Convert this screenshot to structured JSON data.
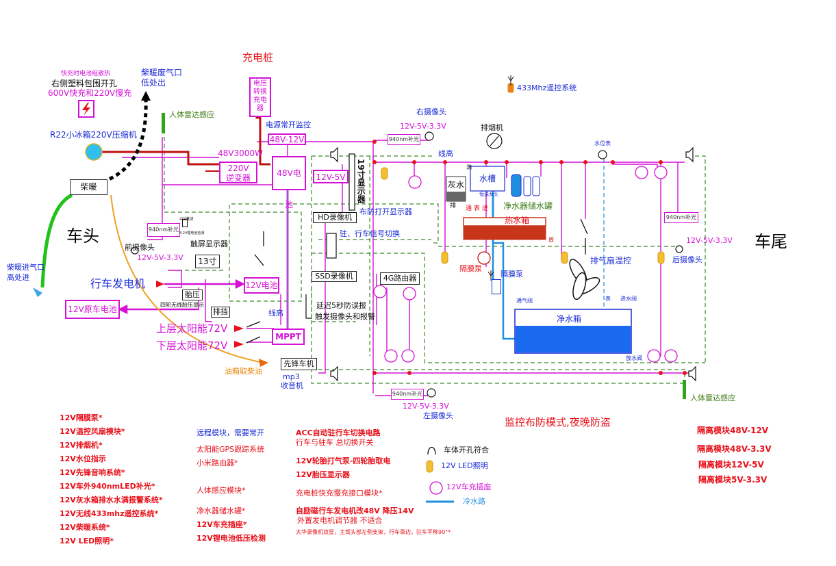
{
  "front_label": "车头",
  "rear_label": "车尾",
  "top": {
    "charger_pile": "充电桩",
    "voltage_converter": "电压转换充电器",
    "fast_charge_note_small": "快充时电池组散热",
    "fast_charge_note_1": "右侧塑料包围开孔",
    "fast_charge_note_2": "600V快充和220V慢充",
    "heater_exhaust_1": "柴暖废气口",
    "heater_exhaust_2": "低处出",
    "body_radar_top": "人体雷达感应",
    "compressor_label": "R22小冰箱220V压缩机",
    "power_monitor": "电源常开监控",
    "dcdc_48_12": "48V-12V",
    "inverter_power": "48V3000W",
    "inverter": "220V逆变器",
    "battery_48": "48V电池",
    "dcdc_12_5": "12V-5V",
    "display_19": "19寸显示器",
    "right_camera": "右摄像头",
    "right_camera_volt": "12V-5V-3.3V",
    "ir_940_right": "940nm补光",
    "range_hood": "排烟机",
    "remote_433": "433Mhz遥控系统",
    "line_high_top": "线高",
    "water_level_meter": "水位表"
  },
  "middle": {
    "heater": "柴暖",
    "ir_940_front": "940nm补光",
    "module_4g_small": "4G模块",
    "module_42v_small": "4.2V锂电池检测",
    "arm_display": "布防打开显示器",
    "hd_recorder": "HD录像机",
    "signal_switch": "驻、行车信号切换",
    "front_camera": "前摄像头",
    "front_camera_volt": "12V-5V-3.3V",
    "touch_display": "触屏显示器",
    "display_13": "13寸",
    "gray_water": "灰水",
    "full": "满",
    "drain_gray": "排",
    "sink": "水槽",
    "faucet": "恒温龙头",
    "purifier_tank": "净水器储水罐",
    "inlet_outlet": "通 表 进",
    "hot_tank": "热水箱",
    "drain_small": "放",
    "ir_940_rear": "940nm补光",
    "rear_camera_volt": "12V-5V-3.3V",
    "rear_camera": "后摄像头",
    "diaphragm_pump_1": "隔膜泵",
    "diaphragm_pump_2": "隔膜泵",
    "fan_temp": "排气扇温控",
    "ssd_recorder": "SSD录像机",
    "router_4g": "4G路由器",
    "battery_12v": "12V电池",
    "tire_pressure": "胎压",
    "tire_note": "四轮无线胎压显示",
    "delay_1": "延迟5秒防误报",
    "delay_2": "触发摄像头和报警",
    "vent_valve": "通气阀",
    "meter": "表",
    "inlet_valve": "进水阀",
    "clean_tank": "净水箱",
    "drain_valve": "放水阀",
    "gear_label": "排挡",
    "line_high_mid": "线高"
  },
  "left": {
    "driving_generator": "行车发电机",
    "car_battery": "12V原车电池",
    "heater_intake_1": "柴暖进气口",
    "heater_intake_2": "高处进",
    "upper_solar": "上层太阳能72V",
    "lower_solar": "下层太阳能72V",
    "mppt": "MPPT",
    "fuel_note": "油箱取柴油",
    "pioneer": "先锋车机",
    "mp3_1": "mp3",
    "mp3_2": "收音机",
    "ir_940_bottom": "940nm补光",
    "left_camera_volt": "12V-5V-3.3V",
    "left_camera": "左摄像头",
    "body_radar_bottom": "人体雷达感应"
  },
  "bottom": {
    "col1": [
      "12V隔膜泵*",
      "12V温控风扇模块*",
      "12V排烟机*",
      "12V水位指示",
      "12V先锋音响系统*",
      "12V车外940nmLED补光*",
      "12V灰水箱排水水满报警系统*",
      "12V无线433mhz遥控系统*",
      "12V柴暖系统*",
      "12V LED照明*"
    ],
    "col2": [
      "远程模块，需要常开",
      "太阳能GPS跟踪系统",
      "小米路由器*",
      "人体感应模块*",
      "净水器储水罐*",
      "12V车充插座*",
      "12V锂电池低压检测"
    ],
    "col3_1": "ACC自动驻行车切换电路",
    "col3_2": "行车与驻车 总切换开关",
    "col3_3": "12V轮胎打气泵-四轮胎取电",
    "col3_4": "12V胎压显示器",
    "col3_5": "充电桩快充慢充接口模块*",
    "col3_6": "自励磁行车发电机改48V 降压14V",
    "col3_7": "外置发电机调节器 不适合",
    "col3_8": "大华录像机双显，主驾头部左侧支架，行车靠边，驻车平移90°*",
    "legend_hole": "车体开孔符合",
    "legend_led": "12V LED照明",
    "legend_socket": "12V车充插座",
    "legend_cold": "冷水路",
    "monitor_mode": "监控布防模式,夜晚防盗",
    "iso": [
      "隔离模块48V-12V",
      "隔离模块48V-3.3V",
      "隔离模块12V-5V",
      "隔离模块5V-3.3V"
    ]
  },
  "colors": {
    "magenta": "#d511d6",
    "red": "#e8101a",
    "blue": "#1a2bd6",
    "green": "#2fa61a",
    "dashed_green": "#3a8a2a",
    "orange": "#f0a020",
    "cold_water": "#1e8ee0",
    "hot_tank": "#c7361a"
  }
}
